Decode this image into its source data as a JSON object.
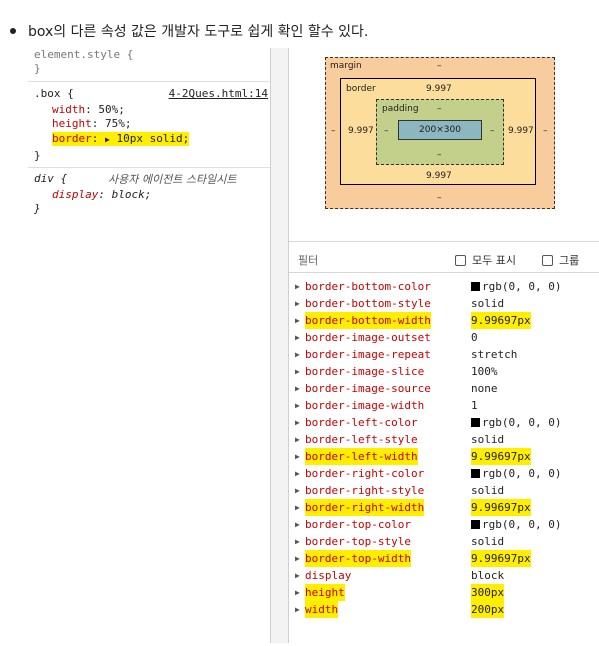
{
  "heading": "box의 다른 속성 값은 개발자 도구로 쉽게 확인 할수 있다.",
  "styles": {
    "element_style_selector": "element.style {",
    "close_brace": "}",
    "box_selector": ".box {",
    "box_source": "4-2Ques.html:14",
    "declarations": [
      {
        "prop": "width",
        "value": "50%;"
      },
      {
        "prop": "height",
        "value": "75%;"
      },
      {
        "prop": "border",
        "value": "10px solid;"
      }
    ],
    "shorthand_arrow": "▶",
    "div_selector": "div {",
    "ua_label": "사용자 에이전트 스타일시트",
    "div_decl": {
      "prop": "display",
      "value": "block;"
    }
  },
  "box_model": {
    "margin_label": "margin",
    "margin_top": "–",
    "margin_bottom": "–",
    "margin_left": "–",
    "margin_right": "–",
    "border_label": "border",
    "border_top": "9.997",
    "border_bottom": "9.997",
    "border_left": "9.997",
    "border_right": "9.997",
    "padding_label": "padding",
    "padding_top": "–",
    "padding_bottom": "–",
    "padding_left": "–",
    "padding_right": "–",
    "content_size": "200×300"
  },
  "filter": {
    "placeholder": "필터",
    "show_all_label": "모두 표시",
    "group_label": "그룹"
  },
  "colors": {
    "highlight": "#ffee00",
    "property_red": "#c80000",
    "margin_fill": "#f9cc9d",
    "border_fill": "#fddd9b",
    "padding_fill": "#c3d08b",
    "content_fill": "#8cb6c0"
  },
  "computed": [
    {
      "name": "border-bottom-color",
      "value": "rgb(0, 0, 0)",
      "swatch": true,
      "highlight": false
    },
    {
      "name": "border-bottom-style",
      "value": "solid",
      "swatch": false,
      "highlight": false
    },
    {
      "name": "border-bottom-width",
      "value": "9.99697px",
      "swatch": false,
      "highlight": true
    },
    {
      "name": "border-image-outset",
      "value": "0",
      "swatch": false,
      "highlight": false
    },
    {
      "name": "border-image-repeat",
      "value": "stretch",
      "swatch": false,
      "highlight": false
    },
    {
      "name": "border-image-slice",
      "value": "100%",
      "swatch": false,
      "highlight": false
    },
    {
      "name": "border-image-source",
      "value": "none",
      "swatch": false,
      "highlight": false
    },
    {
      "name": "border-image-width",
      "value": "1",
      "swatch": false,
      "highlight": false
    },
    {
      "name": "border-left-color",
      "value": "rgb(0, 0, 0)",
      "swatch": true,
      "highlight": false
    },
    {
      "name": "border-left-style",
      "value": "solid",
      "swatch": false,
      "highlight": false
    },
    {
      "name": "border-left-width",
      "value": "9.99697px",
      "swatch": false,
      "highlight": true
    },
    {
      "name": "border-right-color",
      "value": "rgb(0, 0, 0)",
      "swatch": true,
      "highlight": false
    },
    {
      "name": "border-right-style",
      "value": "solid",
      "swatch": false,
      "highlight": false
    },
    {
      "name": "border-right-width",
      "value": "9.99697px",
      "swatch": false,
      "highlight": true
    },
    {
      "name": "border-top-color",
      "value": "rgb(0, 0, 0)",
      "swatch": true,
      "highlight": false
    },
    {
      "name": "border-top-style",
      "value": "solid",
      "swatch": false,
      "highlight": false
    },
    {
      "name": "border-top-width",
      "value": "9.99697px",
      "swatch": false,
      "highlight": true
    },
    {
      "name": "display",
      "value": "block",
      "swatch": false,
      "highlight": false
    },
    {
      "name": "height",
      "value": "300px",
      "swatch": false,
      "highlight": true
    },
    {
      "name": "width",
      "value": "200px",
      "swatch": false,
      "highlight": true
    }
  ]
}
